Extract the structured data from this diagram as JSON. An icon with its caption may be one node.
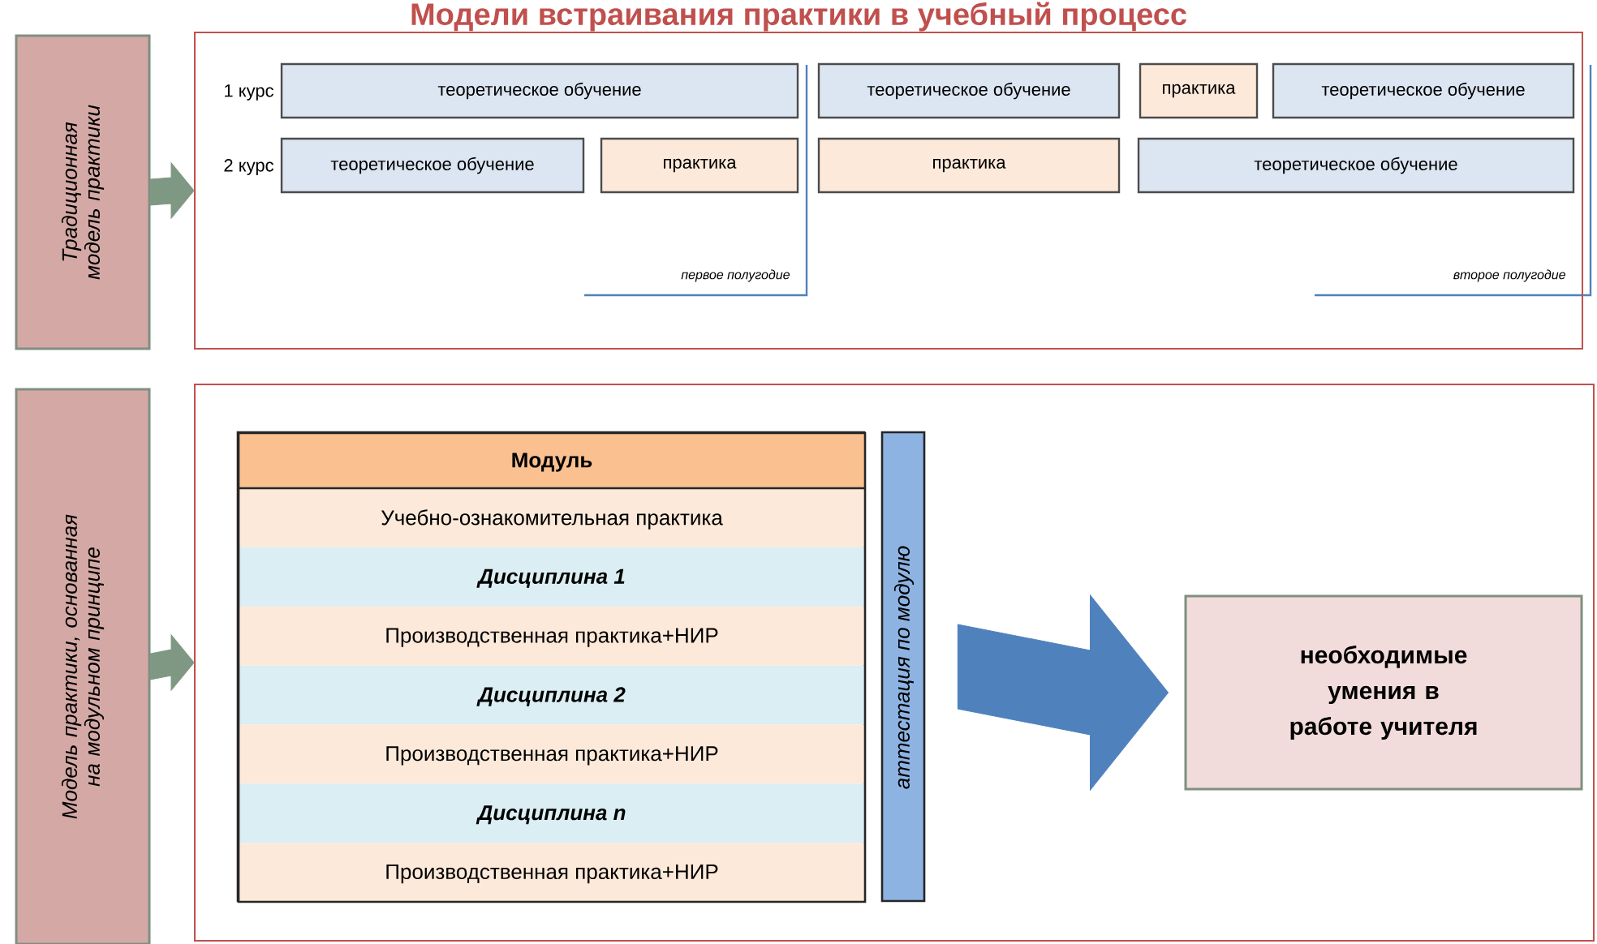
{
  "diagram": {
    "title": "Модели встраивания практики в учебный процесс",
    "nodes": [
      {
        "text": [
          "Традиционная модель практики"
        ]
      },
      {
        "text": [],
        "shape": "box"
      },
      {
        "text": [
          "теоретическое обучение"
        ],
        "in": 1
      },
      {
        "text": [
          "теоретическое обучение"
        ],
        "in": 1
      },
      {
        "text": [
          "практика"
        ],
        "in": 1
      },
      {
        "text": [
          "теоретическое обучение"
        ],
        "in": 1
      },
      {
        "text": [
          "теоретическое обучение"
        ],
        "in": 1
      },
      {
        "text": [
          "практика"
        ],
        "in": 1
      },
      {
        "text": [
          "практика"
        ],
        "in": 1
      },
      {
        "text": [
          "теоретическое обучение"
        ],
        "in": 1
      },
      {
        "text": [
          "Модель практики, основанная на модульном принципе"
        ]
      },
      {
        "text": [],
        "shape": "box"
      },
      {
        "text": [
          "Модуль",
          "Учебно-ознакомительная практика",
          "Дисциплина 1",
          "Производственная практика+НИР",
          "Дисциплина 2",
          "Производственная практика+НИР",
          "Дисциплина n",
          "Производственная практика+НИР"
        ],
        "in": 11
      },
      {
        "text": [
          "аттестация по модулю"
        ],
        "in": 11
      },
      {
        "text": [
          "необходимые умения в работе учителя"
        ],
        "in": 11
      }
    ],
    "edges": [
      {
        "from": 0,
        "to": 1,
        "arrow": "to"
      },
      {
        "from": 10,
        "to": 11,
        "arrow": "to"
      },
      {
        "from": 13,
        "to": 14,
        "arrow": "to",
        "style": "thick",
        "color": "#4f81bd"
      }
    ],
    "labels": [
      "1 курс",
      "2 курс",
      "первое полугодие",
      "второе полугодие"
    ]
  }
}
